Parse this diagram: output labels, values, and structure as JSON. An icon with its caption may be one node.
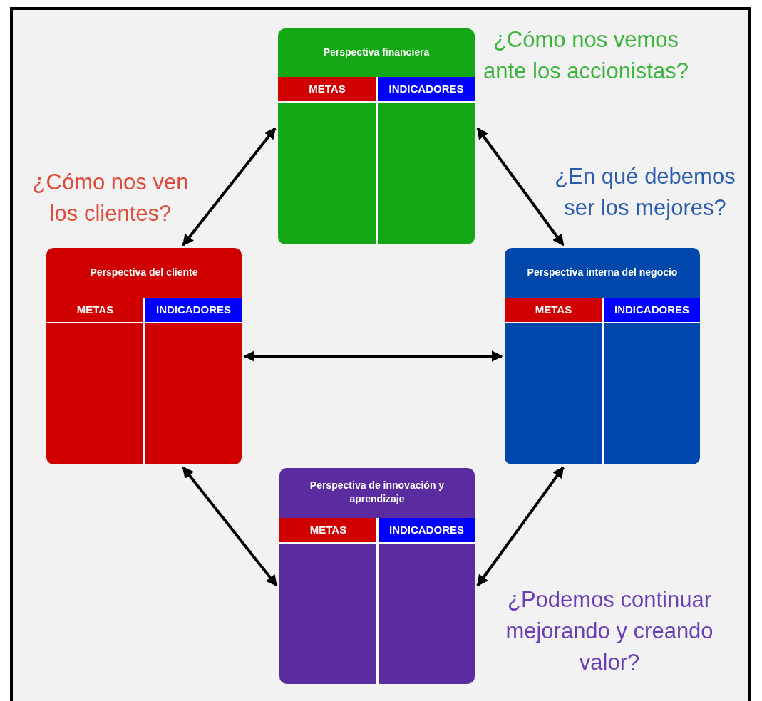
{
  "diagram": {
    "nodes": [
      {
        "text": [
          "Perspectiva financiera"
        ],
        "beside": [
          "¿Cómo nos vemos ante los accionistas?"
        ]
      },
      {
        "text": [
          "METAS"
        ],
        "in": 0
      },
      {
        "text": [
          "INDICADORES"
        ],
        "in": 0
      },
      {
        "text": [
          "Perspectiva del cliente"
        ],
        "beside": [
          "¿Cómo nos ven los clientes?"
        ]
      },
      {
        "text": [
          "METAS"
        ],
        "in": 3
      },
      {
        "text": [
          "INDICADORES"
        ],
        "in": 3
      },
      {
        "text": [
          "Perspectiva interna del negocio"
        ],
        "beside": [
          "¿En qué debemos ser los mejores?"
        ]
      },
      {
        "text": [
          "METAS"
        ],
        "in": 6
      },
      {
        "text": [
          "INDICADORES"
        ],
        "in": 6
      },
      {
        "text": [
          "Perspectiva de innovación y aprendizaje"
        ],
        "beside": [
          "¿Podemos continuar mejorando y creando valor?"
        ]
      },
      {
        "text": [
          "METAS"
        ],
        "in": 9
      },
      {
        "text": [
          "INDICADORES"
        ],
        "in": 9
      }
    ],
    "edges": [
      {
        "from": 0,
        "to": 3,
        "arrow": "both"
      },
      {
        "from": 0,
        "to": 6,
        "arrow": "both"
      },
      {
        "from": 3,
        "to": 6,
        "arrow": "both"
      },
      {
        "from": 3,
        "to": 9,
        "arrow": "both"
      },
      {
        "from": 6,
        "to": 9,
        "arrow": "both"
      }
    ]
  }
}
